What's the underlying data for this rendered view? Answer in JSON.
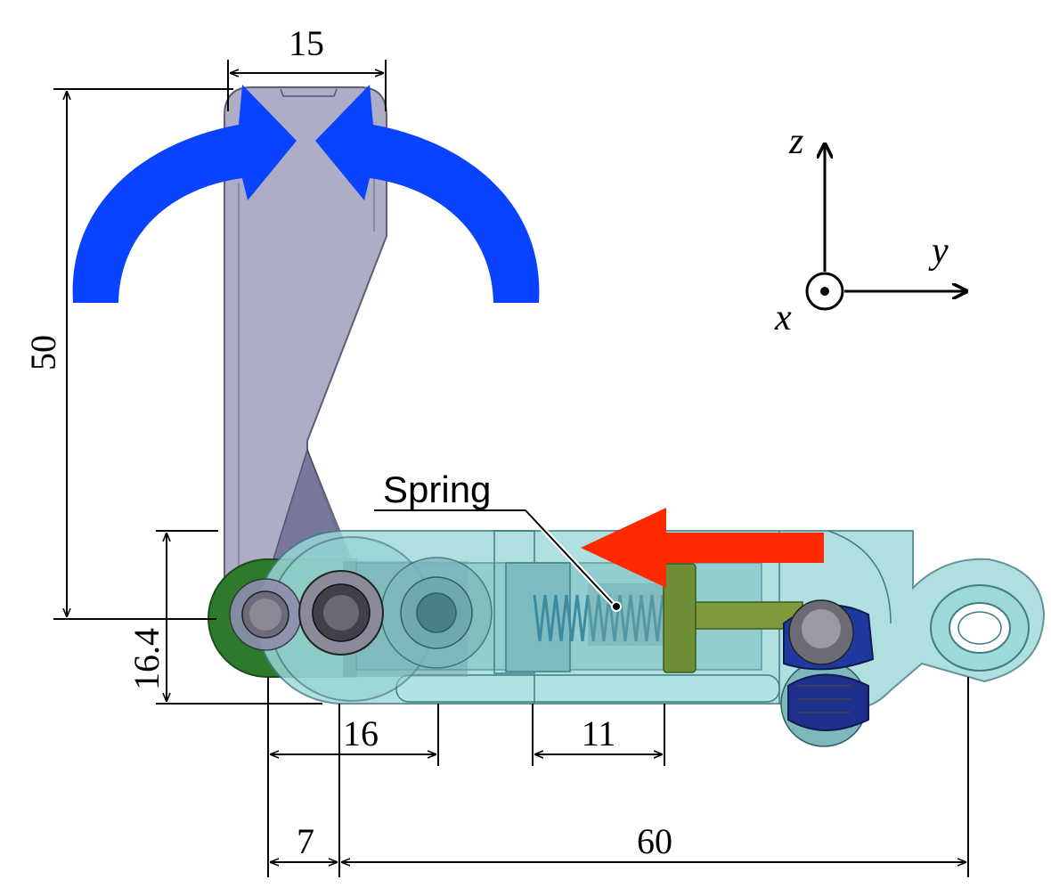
{
  "dimensions": {
    "top_width": "15",
    "height_left": "50",
    "height_small": "16.4",
    "pitch": "16",
    "spring_len": "11",
    "offset": "7",
    "length": "60"
  },
  "axes": {
    "x": "x",
    "y": "y",
    "z": "z"
  },
  "labels": {
    "spring": "Spring"
  },
  "colors": {
    "rotation_arrows": "#0a43ff",
    "push_arrow": "#ff2a00",
    "lever": "#a9a9c4",
    "body": "#9ed9d9",
    "cap": "#2d7a2d"
  }
}
